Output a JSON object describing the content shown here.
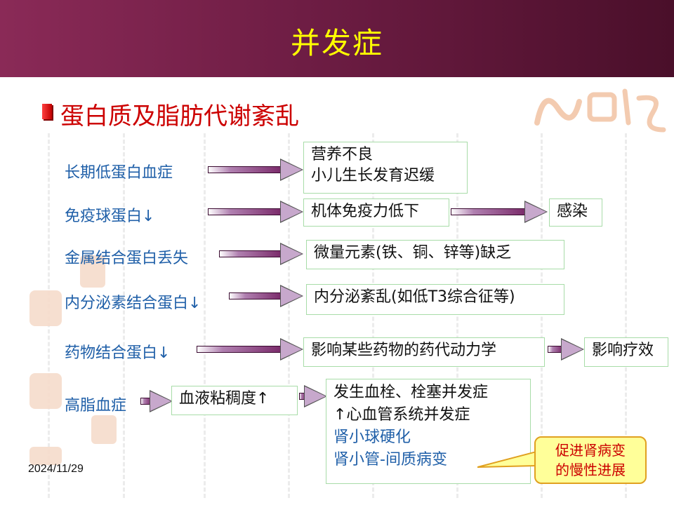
{
  "slide": {
    "title": "并发症",
    "section_title": "蛋白质及脂肪代谢紊乱",
    "date": "2024/11/29",
    "colors": {
      "header": "#6e1d44",
      "title": "#ffff00",
      "section": "#cc0000",
      "label": "#1f5fa8",
      "box_border": "#a8dca8",
      "callout_bg": "#ffff99"
    }
  },
  "rows": [
    {
      "label": "长期低蛋白血症",
      "box": [
        "营养不良",
        "小儿生长发育迟缓"
      ]
    },
    {
      "label": "免疫球蛋白↓",
      "box": "机体免疫力低下",
      "box2": "感染"
    },
    {
      "label": "金属结合蛋白丢失",
      "box": "微量元素(铁、铜、锌等)缺乏"
    },
    {
      "label": "内分泌素结合蛋白↓",
      "box": "内分泌紊乱(如低T3综合征等)"
    },
    {
      "label": "药物结合蛋白↓",
      "box": "影响某些药物的药代动力学",
      "box2": "影响疗效"
    },
    {
      "label": "高脂血症",
      "box": "血液粘稠度↑",
      "box2": [
        "发生血栓、栓塞并发症",
        "↑心血管系统并发症",
        "肾小球硬化",
        "肾小管-间质病变"
      ]
    }
  ],
  "callout": [
    "促进肾病变",
    "的慢性进展"
  ]
}
